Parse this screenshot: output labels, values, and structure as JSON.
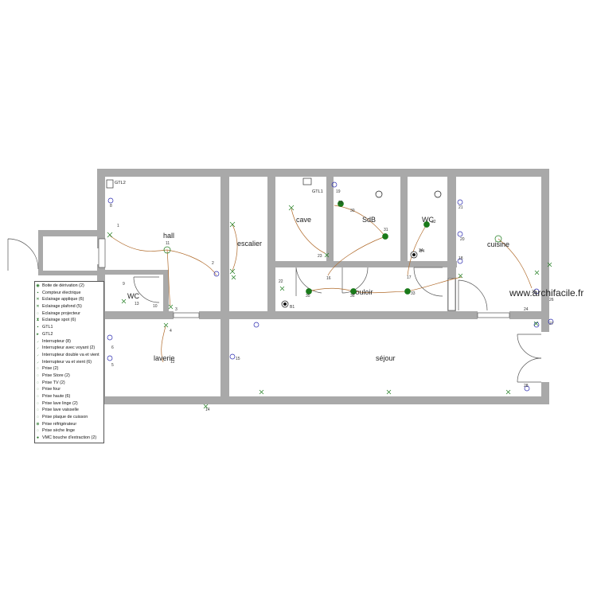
{
  "rooms": {
    "hall": "hall",
    "escalier": "escalier",
    "cave": "cave",
    "sdb": "SdB",
    "wc_top": "WC",
    "cuisine": "cuisine",
    "wc_left": "WC",
    "couloir": "couloir",
    "laverie": "laverie",
    "sejour": "séjour"
  },
  "labels": {
    "gtl1": "GTL1",
    "gtl2": "GTL2",
    "b1": "B1",
    "b4": "B4"
  },
  "numbers": [
    "1",
    "2",
    "3",
    "4",
    "5",
    "6",
    "8",
    "9",
    "10",
    "11",
    "12",
    "13",
    "14",
    "15",
    "16",
    "17",
    "18",
    "19",
    "20",
    "21",
    "22",
    "23",
    "24",
    "25",
    "26",
    "27",
    "28",
    "29",
    "30",
    "31",
    "32",
    "33",
    "34",
    "35",
    "36"
  ],
  "legend": [
    {
      "icon": "derivation-box-icon",
      "label": "Boite de dérivation (2)"
    },
    {
      "icon": "meter-icon",
      "label": "Compteur électrique"
    },
    {
      "icon": "wall-light-icon",
      "label": "Eclairage applique (6)"
    },
    {
      "icon": "ceiling-light-icon",
      "label": "Eclairage plafond (5)"
    },
    {
      "icon": "projector-light-icon",
      "label": "Eclairage projecteur"
    },
    {
      "icon": "spot-light-icon",
      "label": "Eclairage spot (6)"
    },
    {
      "icon": "gtl1-icon",
      "label": "GTL1"
    },
    {
      "icon": "gtl2-icon",
      "label": "GTL2"
    },
    {
      "icon": "switch-icon",
      "label": "Interrupteur (8)"
    },
    {
      "icon": "switch-indicator-icon",
      "label": "Interrupteur avec voyant (2)"
    },
    {
      "icon": "double-switch-icon",
      "label": "Interrupteur double va et vient"
    },
    {
      "icon": "two-way-switch-icon",
      "label": "Interrupteur va et vient (6)"
    },
    {
      "icon": "socket-icon",
      "label": "Prise (2)"
    },
    {
      "icon": "blind-socket-icon",
      "label": "Prise Store (2)"
    },
    {
      "icon": "tv-socket-icon",
      "label": "Prise TV (2)"
    },
    {
      "icon": "oven-socket-icon",
      "label": "Prise four"
    },
    {
      "icon": "high-socket-icon",
      "label": "Prise haute (6)"
    },
    {
      "icon": "washer-socket-icon",
      "label": "Prise lave linge (2)"
    },
    {
      "icon": "dishwasher-socket-icon",
      "label": "Prise lave vaisselle"
    },
    {
      "icon": "hob-socket-icon",
      "label": "Prise plaque de cuisson"
    },
    {
      "icon": "fridge-socket-icon",
      "label": "Prise réfrigérateur"
    },
    {
      "icon": "dryer-socket-icon",
      "label": "Prise sèche linge"
    },
    {
      "icon": "vmc-icon",
      "label": "VMC bouche d'extraction (2)"
    }
  ],
  "watermark": "www.archifacile.fr",
  "colors": {
    "wall": "#a9a9a9",
    "wire": "#b06a2a",
    "symbol_green": "#1a7a1a",
    "symbol_blue": "#2b2bb0"
  }
}
